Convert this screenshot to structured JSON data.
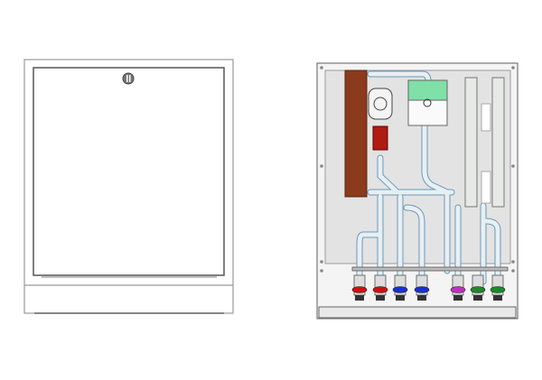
{
  "colors": {
    "outline": "#555555",
    "panel": "#eeeeee",
    "backplate": "#e4e4e4",
    "heat_exchanger": "#8b3a1c",
    "pump_body": "#f4f4f4",
    "pump_motor": "#b11a12",
    "controller": "#7fe0a8",
    "pipe": "#dfe9ee",
    "pipe_edge": "#6a9ab8"
  },
  "valves": [
    {
      "name": "valve-1",
      "color": "#d01010"
    },
    {
      "name": "valve-2",
      "color": "#d01010"
    },
    {
      "name": "valve-3",
      "color": "#1a2fd0"
    },
    {
      "name": "valve-4",
      "color": "#1a2fd0"
    },
    {
      "name": "valve-5",
      "color": "#c030c0"
    },
    {
      "name": "valve-6",
      "color": "#1a8a2a"
    },
    {
      "name": "valve-7",
      "color": "#1a8a2a"
    }
  ]
}
